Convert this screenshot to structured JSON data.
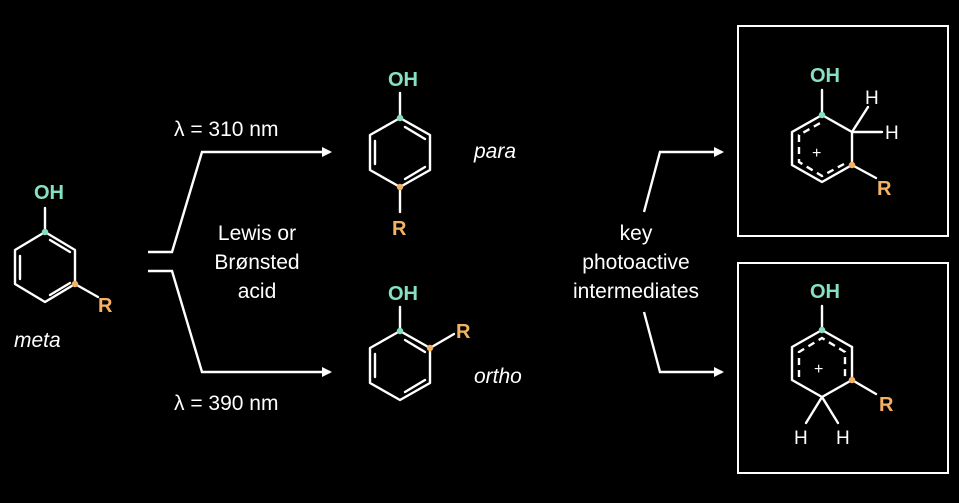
{
  "colors": {
    "background": "#000000",
    "hydroxyl": "#86e0c4",
    "substituent": "#f3b264",
    "line": "#ffffff"
  },
  "labels": {
    "oh": "OH",
    "r": "R",
    "h": "H",
    "plus": "+",
    "meta": "meta",
    "para": "para",
    "ortho": "ortho",
    "top_condition": "λ = 310 nm",
    "bottom_condition": "λ = 390 nm",
    "acid_line1": "Lewis or",
    "acid_line2": "Brønsted",
    "acid_line3": "acid",
    "key_line1": "key",
    "key_line2": "photoactive",
    "key_line3": "intermediates"
  }
}
